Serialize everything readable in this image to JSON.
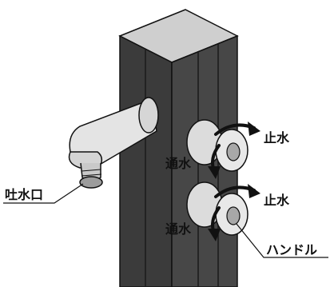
{
  "labels": {
    "spout": "吐水口",
    "stop_upper": "止水",
    "flow_upper": "通水",
    "stop_lower": "止水",
    "flow_lower": "通水",
    "handle": "ハンドル"
  },
  "colors": {
    "post_front": "#3a3a3a",
    "post_side": "#4a4a4a",
    "post_top": "#cfcfcf",
    "metal_light": "#ececec",
    "metal_mid": "#d2d2d2",
    "metal_dark": "#a8a8a8",
    "outline": "#111111"
  }
}
